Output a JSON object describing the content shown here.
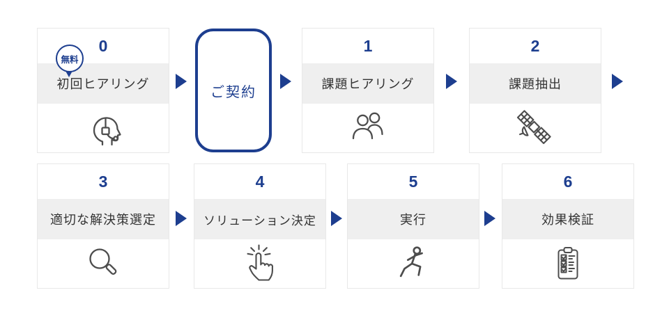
{
  "diagram": {
    "type": "process-flow",
    "palette": {
      "navy": "#1d3e8f",
      "band_gray": "#efefef",
      "card_border": "#e8e8e8",
      "icon_stroke": "#4d4d4d",
      "title_text": "#333333"
    },
    "contract": {
      "label": "ご契約"
    },
    "free_badge": {
      "label": "無料"
    },
    "steps": [
      {
        "number": "0",
        "title": "初回ヒアリング",
        "icon": "headset-person-icon"
      },
      {
        "number": "1",
        "title": "課題ヒアリング",
        "icon": "two-people-icon"
      },
      {
        "number": "2",
        "title": "課題抽出",
        "icon": "satellite-icon"
      },
      {
        "number": "3",
        "title": "適切な解決策選定",
        "icon": "magnifier-icon"
      },
      {
        "number": "4",
        "title": "ソリューション決定",
        "icon": "click-hand-icon"
      },
      {
        "number": "5",
        "title": "実行",
        "icon": "running-person-icon"
      },
      {
        "number": "6",
        "title": "効果検証",
        "icon": "checklist-icon"
      }
    ]
  }
}
